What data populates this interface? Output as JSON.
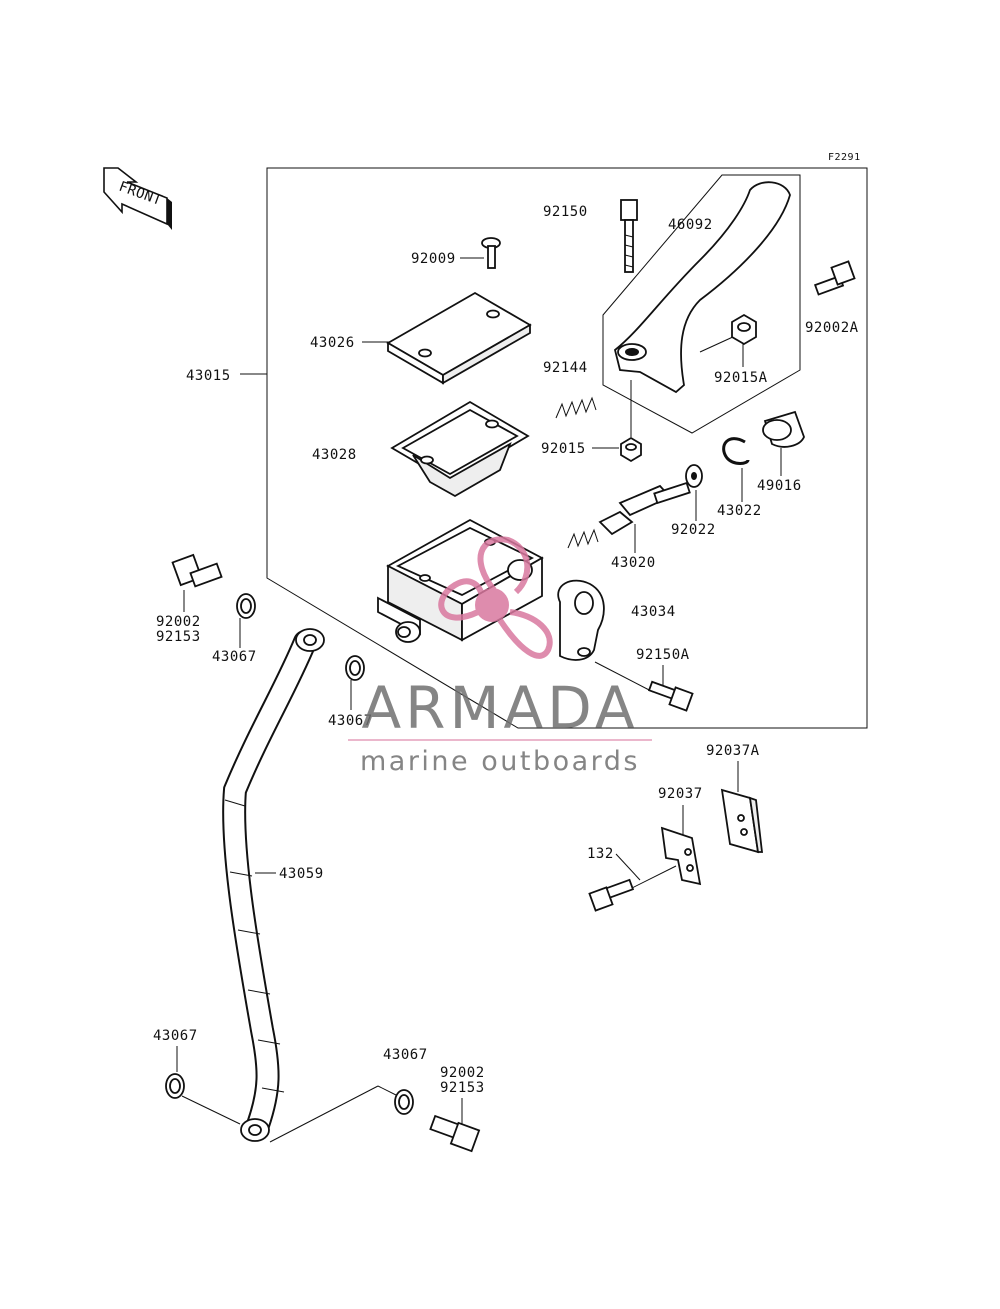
{
  "figure_code": "F2291",
  "front_arrow": {
    "label": "FRONT",
    "icon": "front-arrow-icon"
  },
  "labels": {
    "p43015": "43015",
    "p92150": "92150",
    "p46092": "46092",
    "p92009": "92009",
    "p92002A": "92002A",
    "p43026": "43026",
    "p92144": "92144",
    "p92015A": "92015A",
    "p43028": "43028",
    "p92015": "92015",
    "p49016": "49016",
    "p43022": "43022",
    "p92022": "92022",
    "p43020": "43020",
    "p43034": "43034",
    "p92002_top": "92002",
    "p92153_top": "92153",
    "p43067_a": "43067",
    "p43067_b": "43067",
    "p92150A": "92150A",
    "p92037A": "92037A",
    "p92037": "92037",
    "p132": "132",
    "p43059": "43059",
    "p43067_c": "43067",
    "p43067_d": "43067",
    "p92002_bot": "92002",
    "p92153_bot": "92153"
  },
  "watermark": {
    "brand": "ARMADA",
    "tagline": "marine outboards",
    "logo_icon": "armada-propeller-logo",
    "colors": {
      "text": "#707070",
      "logo": "#d9789f"
    }
  }
}
